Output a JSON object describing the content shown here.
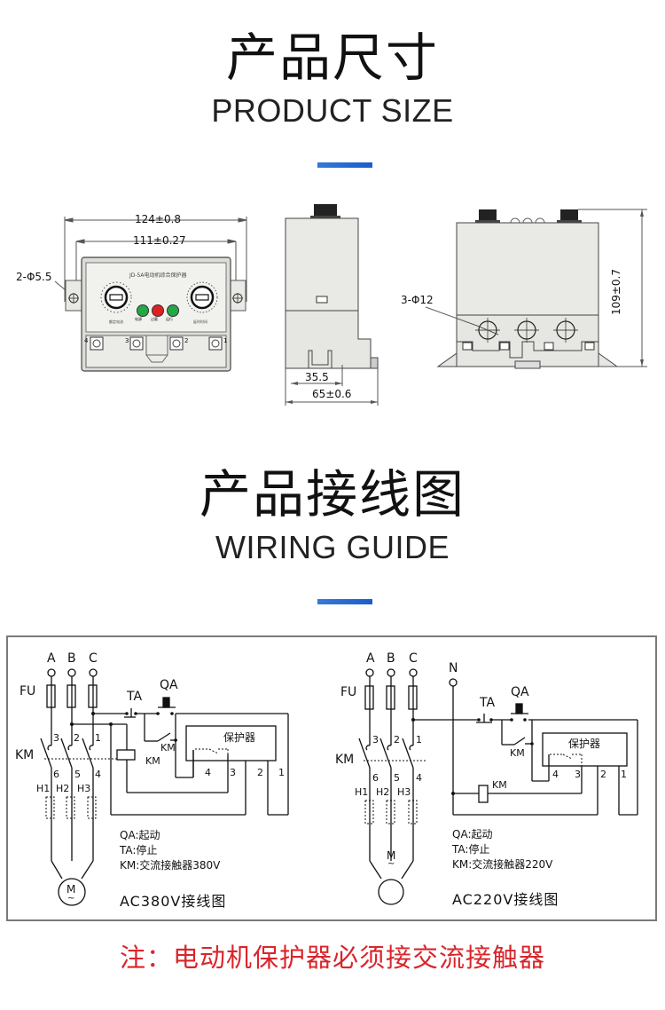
{
  "section_size": {
    "title_cn": "产品尺寸",
    "title_en": "PRODUCT SIZE",
    "accent_color": "#2467d0",
    "front_view": {
      "dim_outer": "124±0.8",
      "dim_inner": "111±0.27",
      "hole_label": "2-Φ5.5",
      "device_name": "JD-5A电动机综合保护器",
      "left_knob_label": "额定电流",
      "right_knob_label": "延时时间",
      "leds": [
        {
          "label": "电源",
          "color": "#22a845"
        },
        {
          "label": "过载",
          "color": "#e02020"
        },
        {
          "label": "运行",
          "color": "#22a845"
        }
      ],
      "terminals": [
        "4",
        "3",
        "2",
        "1"
      ]
    },
    "side_view": {
      "dim_inner": "35.5",
      "dim_outer": "65±0.6"
    },
    "rear_view": {
      "hole_label": "3-Φ12",
      "dim_height": "109±0.7"
    }
  },
  "section_wiring": {
    "title_cn": "产品接线图",
    "title_en": "WIRING GUIDE",
    "accent_color": "#2467d0",
    "diagrams": [
      {
        "phases": [
          "A",
          "B",
          "C"
        ],
        "fuse_label": "FU",
        "contactor_label": "KM",
        "stop_label": "TA",
        "start_label": "QA",
        "aux_label": "KM",
        "coil_label": "KM",
        "protector_label": "保护器",
        "contact_top": [
          "3",
          "2",
          "1"
        ],
        "contact_bottom": [
          "6",
          "5",
          "4"
        ],
        "heaters": [
          "H1",
          "H2",
          "H3"
        ],
        "protector_terminals": [
          "4",
          "3",
          "2",
          "1"
        ],
        "motor_label": "M",
        "motor_symbol": "~",
        "legend": [
          "QA:起动",
          "TA:停止",
          "KM:交流接触器380V"
        ],
        "caption": "AC380V接线图"
      },
      {
        "phases": [
          "A",
          "B",
          "C"
        ],
        "neutral_label": "N",
        "fuse_label": "FU",
        "contactor_label": "KM",
        "stop_label": "TA",
        "start_label": "QA",
        "aux_label": "KM",
        "coil_label": "KM",
        "protector_label": "保护器",
        "contact_top": [
          "3",
          "2",
          "1"
        ],
        "contact_bottom": [
          "6",
          "5",
          "4"
        ],
        "heaters": [
          "H1",
          "H2",
          "H3"
        ],
        "protector_terminals": [
          "4",
          "3",
          "2",
          "1"
        ],
        "motor_label": "M",
        "motor_symbol": "~",
        "legend": [
          "QA:起动",
          "TA:停止",
          "KM:交流接触器220V"
        ],
        "caption": "AC220V接线图"
      }
    ]
  },
  "note": {
    "text": "注：电动机保护器必须接交流接触器",
    "color": "#d9252b"
  }
}
